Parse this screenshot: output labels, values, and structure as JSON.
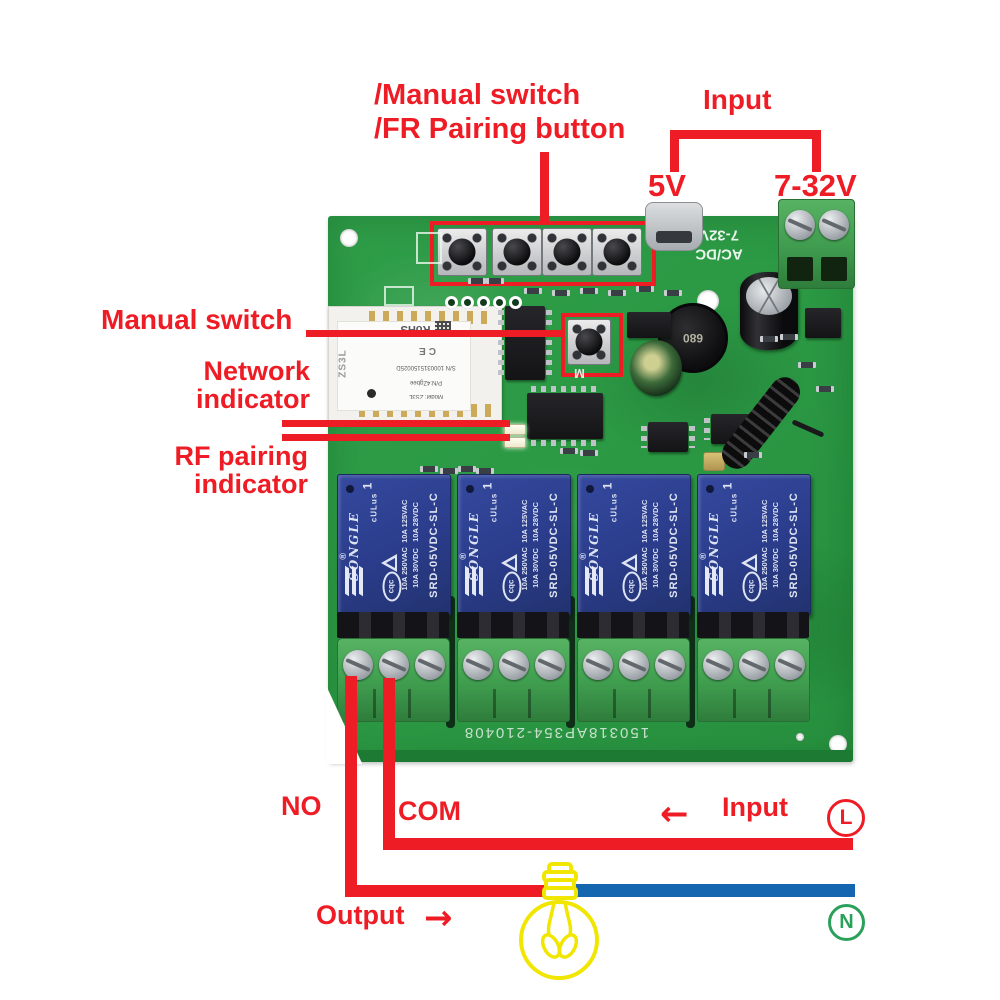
{
  "colors": {
    "annotation_red": "#ee1c25",
    "wire_blue": "#1566b0",
    "bulb_yellow": "#f0e600",
    "neutral_green": "#2ba05a",
    "pcb_green": "#2f9e49",
    "relay_blue": "#2b3e8c",
    "terminal_green": "#41a050"
  },
  "callouts": {
    "manual_fr_line1": "/Manual switch",
    "manual_fr_line2": "/FR Pairing button",
    "input_top": "Input",
    "input_5v": "5V",
    "input_7_32v": "7-32V",
    "manual_switch": "Manual switch",
    "network_line1": "Network",
    "network_line2": "indicator",
    "rf_line1": "RF pairing",
    "rf_line2": "indicator",
    "no_label": "NO",
    "com_label": "COM",
    "input_bottom": "Input",
    "output_label": "Output",
    "live_label": "L",
    "neutral_label": "N",
    "arrow_left": "←",
    "arrow_right": "→"
  },
  "board_silk": {
    "pcb_code": "150318AP354-210408",
    "power_line1": "AC/DC",
    "power_line2": "7-32V",
    "inductor_mark": "680",
    "m_mark": "M"
  },
  "wifi_module": {
    "side_mark": "ZS3L",
    "model": "Model: ZS3L",
    "part_no": "P/N:4Zgbee",
    "serial_no": "S/N 1000315150025D",
    "ce_mark": "CE",
    "rohs": "RoHS"
  },
  "relay": {
    "brand": "SONGLE",
    "num": "1",
    "ul_mark": "cULus",
    "ratings_line1": "10A 250VAC  10A 125VAC",
    "ratings_line2": "10A 30VDC   10A 28VDC",
    "part": "SRD-05VDC-SL-C",
    "reg_mark": "®",
    "cqc_mark": "cqc"
  }
}
